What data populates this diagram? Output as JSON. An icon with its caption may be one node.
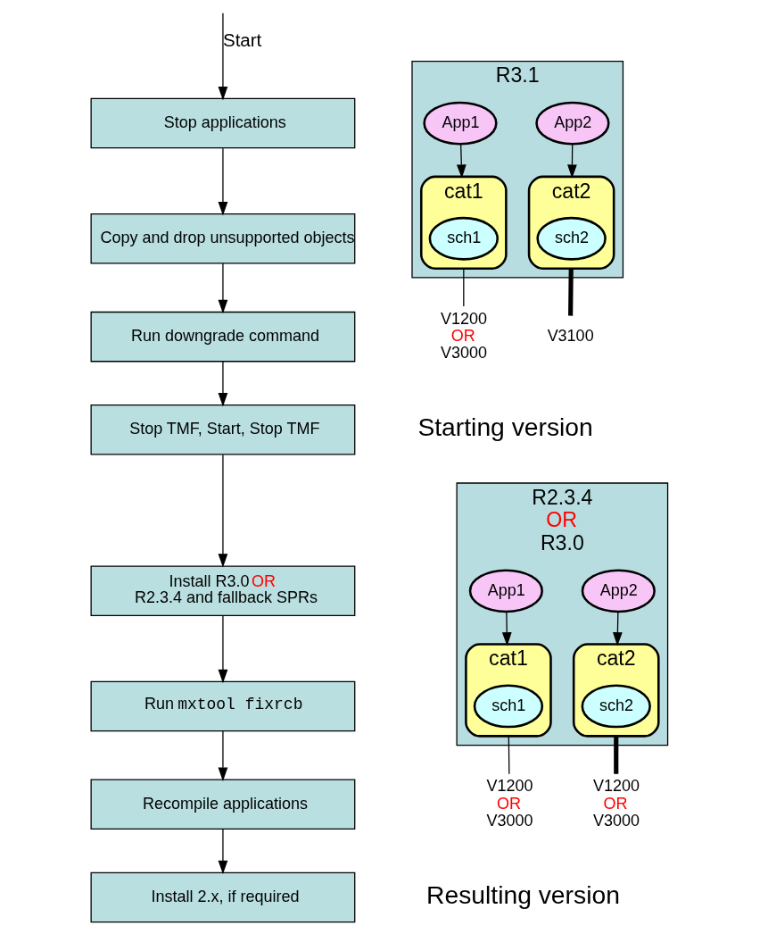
{
  "diagram": {
    "nodes": [
      {
        "text": [
          "Stop applications"
        ]
      },
      {
        "text": [
          "Copy and drop unsupported objects"
        ]
      },
      {
        "text": [
          "Run downgrade command"
        ]
      },
      {
        "text": [
          "Stop TMF, Start, Stop TMF"
        ]
      },
      {
        "text": [
          "Install R3.0",
          "OR",
          "R2.3.4 and fallback SPRs"
        ]
      },
      {
        "text": [
          "Run",
          "mxtool fixrcb"
        ]
      },
      {
        "text": [
          "Recompile applications"
        ]
      },
      {
        "text": [
          "Install 2.x, if required"
        ]
      },
      {
        "text": [
          "R3.1"
        ]
      },
      {
        "text": [
          "App1"
        ],
        "in": 8
      },
      {
        "text": [
          "cat1"
        ],
        "in": 8
      },
      {
        "text": [
          "sch1"
        ],
        "in": 10
      },
      {
        "text": [
          "V1200",
          "OR",
          "V3000"
        ]
      },
      {
        "text": [
          "App2"
        ],
        "in": 8
      },
      {
        "text": [
          "cat2"
        ],
        "in": 8
      },
      {
        "text": [
          "sch2"
        ],
        "in": 14
      },
      {
        "text": [
          "V3100"
        ]
      },
      {
        "text": [
          "R2.3.4",
          "OR",
          "R3.0"
        ]
      },
      {
        "text": [
          "App1"
        ],
        "in": 17
      },
      {
        "text": [
          "cat1"
        ],
        "in": 17
      },
      {
        "text": [
          "sch1"
        ],
        "in": 19
      },
      {
        "text": [
          "V1200",
          "OR",
          "V3000"
        ]
      },
      {
        "text": [
          "App2"
        ],
        "in": 17
      },
      {
        "text": [
          "cat2"
        ],
        "in": 17
      },
      {
        "text": [
          "sch2"
        ],
        "in": 23
      },
      {
        "text": [
          "V1200",
          "OR",
          "V3000"
        ]
      }
    ],
    "edges": [
      {
        "from": null,
        "to": 0,
        "arrow": "to",
        "label": "Start"
      },
      {
        "from": 0,
        "to": 1,
        "arrow": "to"
      },
      {
        "from": 1,
        "to": 2,
        "arrow": "to"
      },
      {
        "from": 2,
        "to": 3,
        "arrow": "to"
      },
      {
        "from": 3,
        "to": 4,
        "arrow": "to"
      },
      {
        "from": 4,
        "to": 5,
        "arrow": "to"
      },
      {
        "from": 5,
        "to": 6,
        "arrow": "to"
      },
      {
        "from": 6,
        "to": 7,
        "arrow": "to"
      },
      {
        "from": 9,
        "to": 10,
        "arrow": "to"
      },
      {
        "from": 13,
        "to": 14,
        "arrow": "to"
      },
      {
        "from": 10,
        "to": 12,
        "arrow": "none"
      },
      {
        "from": 14,
        "to": 16,
        "arrow": "none",
        "style": "thick"
      },
      {
        "from": 18,
        "to": 19,
        "arrow": "to"
      },
      {
        "from": 22,
        "to": 23,
        "arrow": "to"
      },
      {
        "from": 19,
        "to": 21,
        "arrow": "none"
      },
      {
        "from": 23,
        "to": 25,
        "arrow": "none",
        "style": "thick"
      }
    ],
    "labels": [
      "Starting version",
      "Resulting version"
    ]
  }
}
